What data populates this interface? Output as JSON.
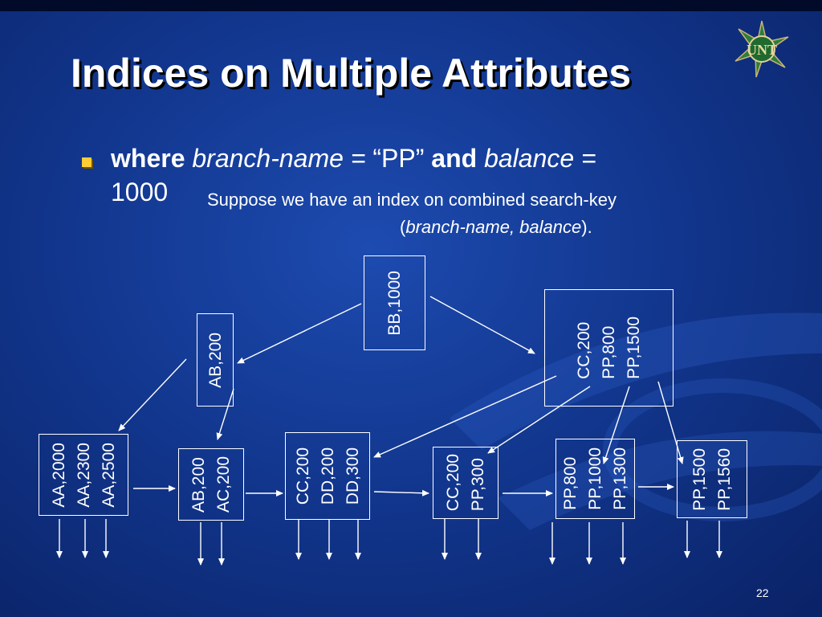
{
  "slide": {
    "title": "Indices on Multiple Attributes",
    "logo_text": "UNT",
    "bullet": {
      "kw_where": "where",
      "attr1": "branch-name =",
      "val1": "“PP”",
      "kw_and": "and",
      "attr2": "balance =",
      "val2": "1000"
    },
    "note": {
      "line1": "Suppose we have an index on combined search-key",
      "open": "(",
      "keys": "branch-name, balance",
      "close": ")."
    },
    "page_number": "22"
  },
  "tree": {
    "root": [
      "BB,1000"
    ],
    "internal_left": [
      "AB,200"
    ],
    "internal_right": [
      "CC,200",
      "PP,800",
      "PP,1500"
    ],
    "leaves": [
      [
        "AA,2000",
        "AA,2300",
        "AA,2500"
      ],
      [
        "AB,200",
        "AC,200"
      ],
      [
        "CC,200",
        "DD,200",
        "DD,300"
      ],
      [
        "CC,200",
        "PP,300"
      ],
      [
        "PP,800",
        "PP,1000",
        "PP,1300"
      ],
      [
        "PP,1500",
        "PP,1560"
      ]
    ]
  },
  "colors": {
    "background": "#12378f",
    "text": "#ffffff",
    "bullet": "#ffcc33"
  }
}
